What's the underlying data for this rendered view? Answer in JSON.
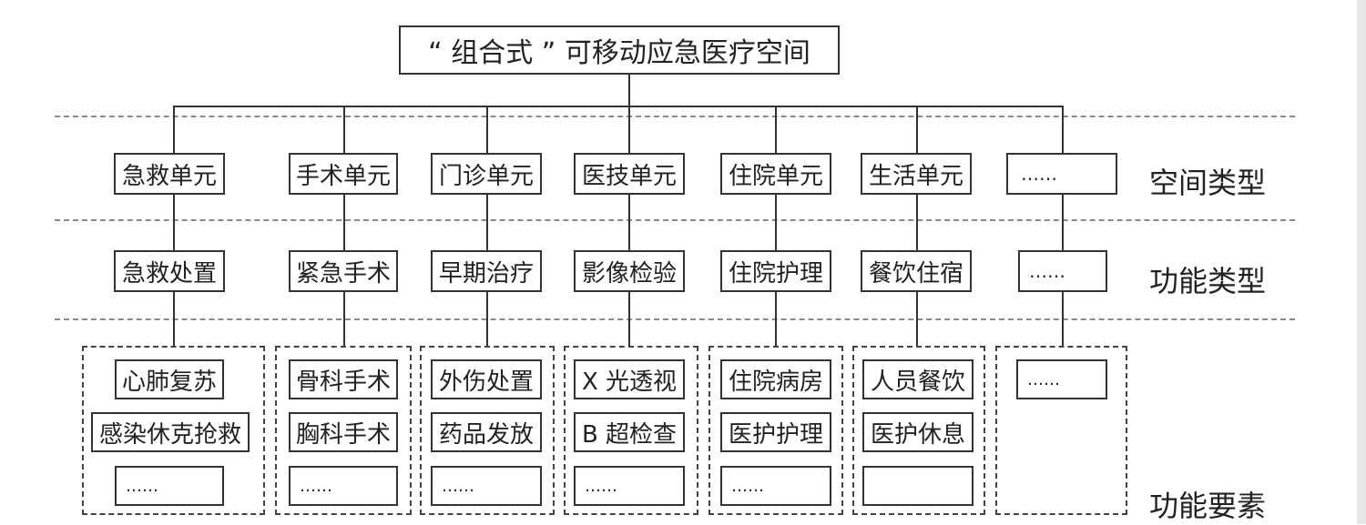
{
  "root": {
    "title": "“ 组合式 ” 可移动应急医疗空间"
  },
  "layers": {
    "space_type": "空间类型",
    "function_type": "功能类型",
    "function_elements": "功能要素"
  },
  "columns": [
    {
      "space": "急救单元",
      "function": "急救处置",
      "elements": [
        "心肺复苏",
        "感染休克抢救",
        "……"
      ]
    },
    {
      "space": "手术单元",
      "function": "紧急手术",
      "elements": [
        "骨科手术",
        "胸科手术",
        "……"
      ]
    },
    {
      "space": "门诊单元",
      "function": "早期治疗",
      "elements": [
        "外伤处置",
        "药品发放",
        "……"
      ]
    },
    {
      "space": "医技单元",
      "function": "影像检验",
      "elements": [
        "X 光透视",
        "B 超检查",
        "……"
      ]
    },
    {
      "space": "住院单元",
      "function": "住院护理",
      "elements": [
        "住院病房",
        "医护护理",
        "……"
      ]
    },
    {
      "space": "生活单元",
      "function": "餐饮住宿",
      "elements": [
        "人员餐饮",
        "医护休息",
        ""
      ]
    },
    {
      "space": "……",
      "function": "……",
      "elements": [
        "……"
      ]
    }
  ]
}
